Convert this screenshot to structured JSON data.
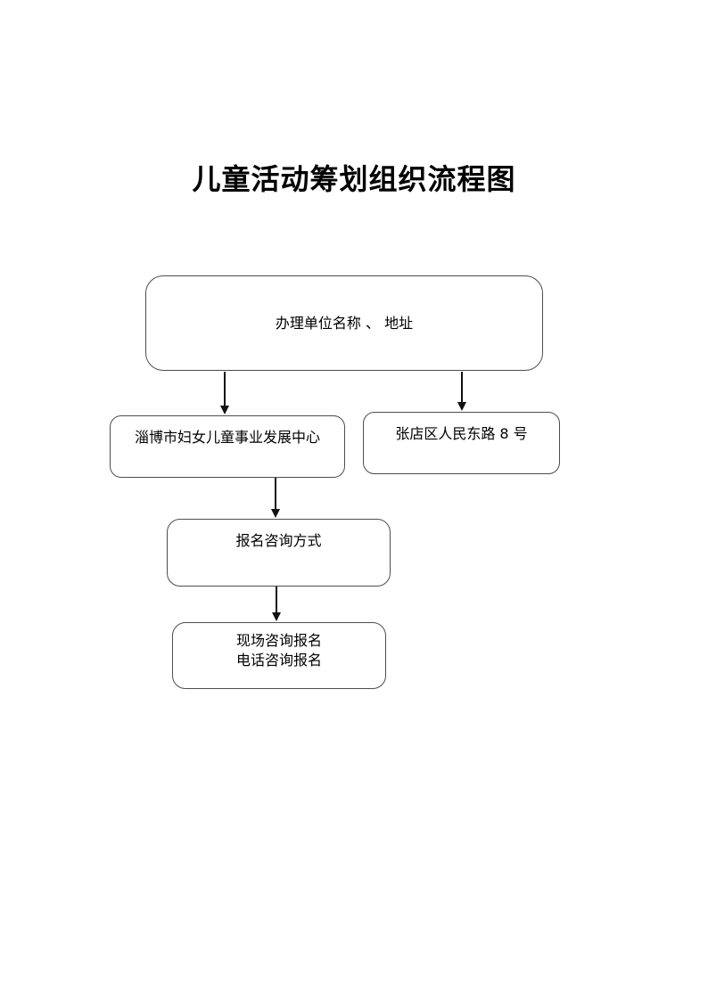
{
  "title": "儿童活动筹划组织流程图",
  "colors": {
    "background": "#ffffff",
    "box_border": "#4d4d4d",
    "arrow": "#111111",
    "text": "#000000"
  },
  "flowchart": {
    "top_box": {
      "label": "办理单位名称 、 地址"
    },
    "name_box": {
      "label": "淄博市妇女儿童事业发展中心"
    },
    "address_box": {
      "label": "张店区人民东路 8 号"
    },
    "method_box": {
      "label": "报名咨询方式"
    },
    "channel_box": {
      "line1": "现场咨询报名",
      "line2": "电话咨询报名"
    },
    "edges": [
      {
        "from": "top_box",
        "to": "name_box"
      },
      {
        "from": "top_box",
        "to": "address_box"
      },
      {
        "from": "name_box",
        "to": "method_box"
      },
      {
        "from": "method_box",
        "to": "channel_box"
      }
    ]
  }
}
